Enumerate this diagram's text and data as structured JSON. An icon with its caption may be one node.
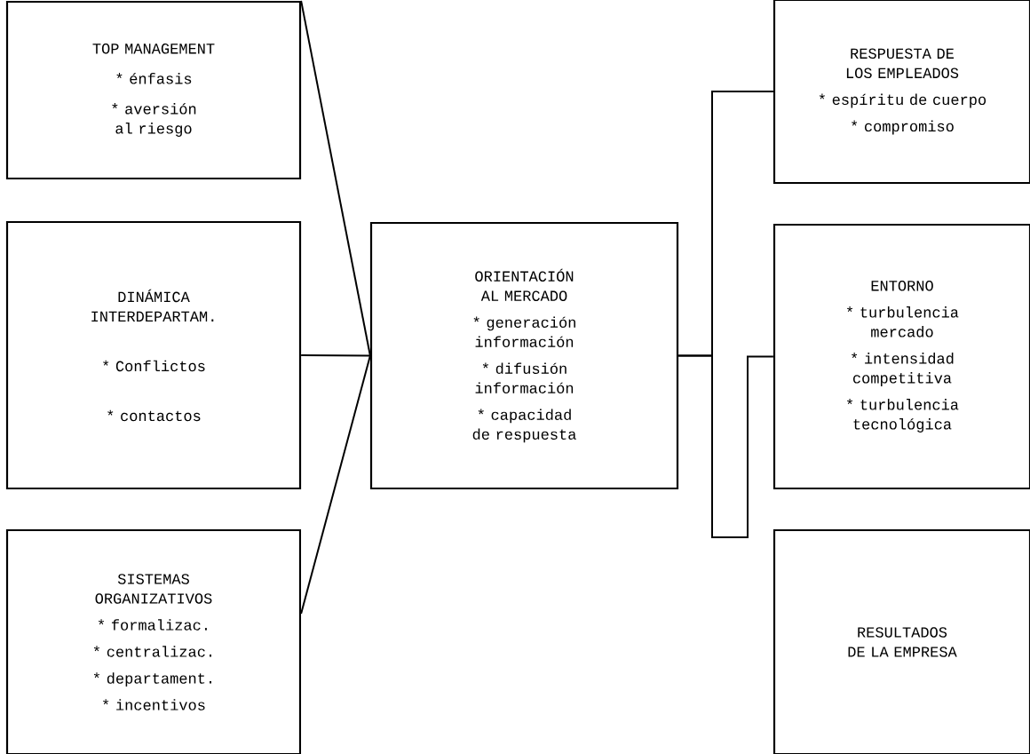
{
  "diagram": {
    "nodes": [
      {
        "text": [
          "TOP MANAGEMENT",
          "* énfasis",
          "* aversión al riesgo"
        ]
      },
      {
        "text": [
          "DINÁMICA INTERDEPARTAM.",
          "* Conflictos",
          "* contactos"
        ]
      },
      {
        "text": [
          "SISTEMAS ORGANIZATIVOS",
          "* formalizac.",
          "* centralizac.",
          "* departament.",
          "* incentivos"
        ]
      },
      {
        "text": [
          "ORIENTACIÓN AL MERCADO",
          "* generación información",
          "* difusión información",
          "* capacidad de respuesta"
        ]
      },
      {
        "text": [
          "RESPUESTA DE LOS EMPLEADOS",
          "* espíritu de cuerpo",
          "* compromiso"
        ]
      },
      {
        "text": [
          "ENTORNO",
          "* turbulencia mercado",
          "* intensidad competitiva",
          "* turbulencia tecnológica"
        ]
      },
      {
        "text": [
          "RESULTADOS DE LA EMPRESA"
        ]
      }
    ],
    "edges": [
      {
        "from": 0,
        "to": 3,
        "arrow": "none"
      },
      {
        "from": 1,
        "to": 3,
        "arrow": "none"
      },
      {
        "from": 2,
        "to": 3,
        "arrow": "none"
      },
      {
        "from": 3,
        "to": 4,
        "arrow": "none"
      },
      {
        "from": 3,
        "to": 5,
        "arrow": "none"
      }
    ]
  }
}
